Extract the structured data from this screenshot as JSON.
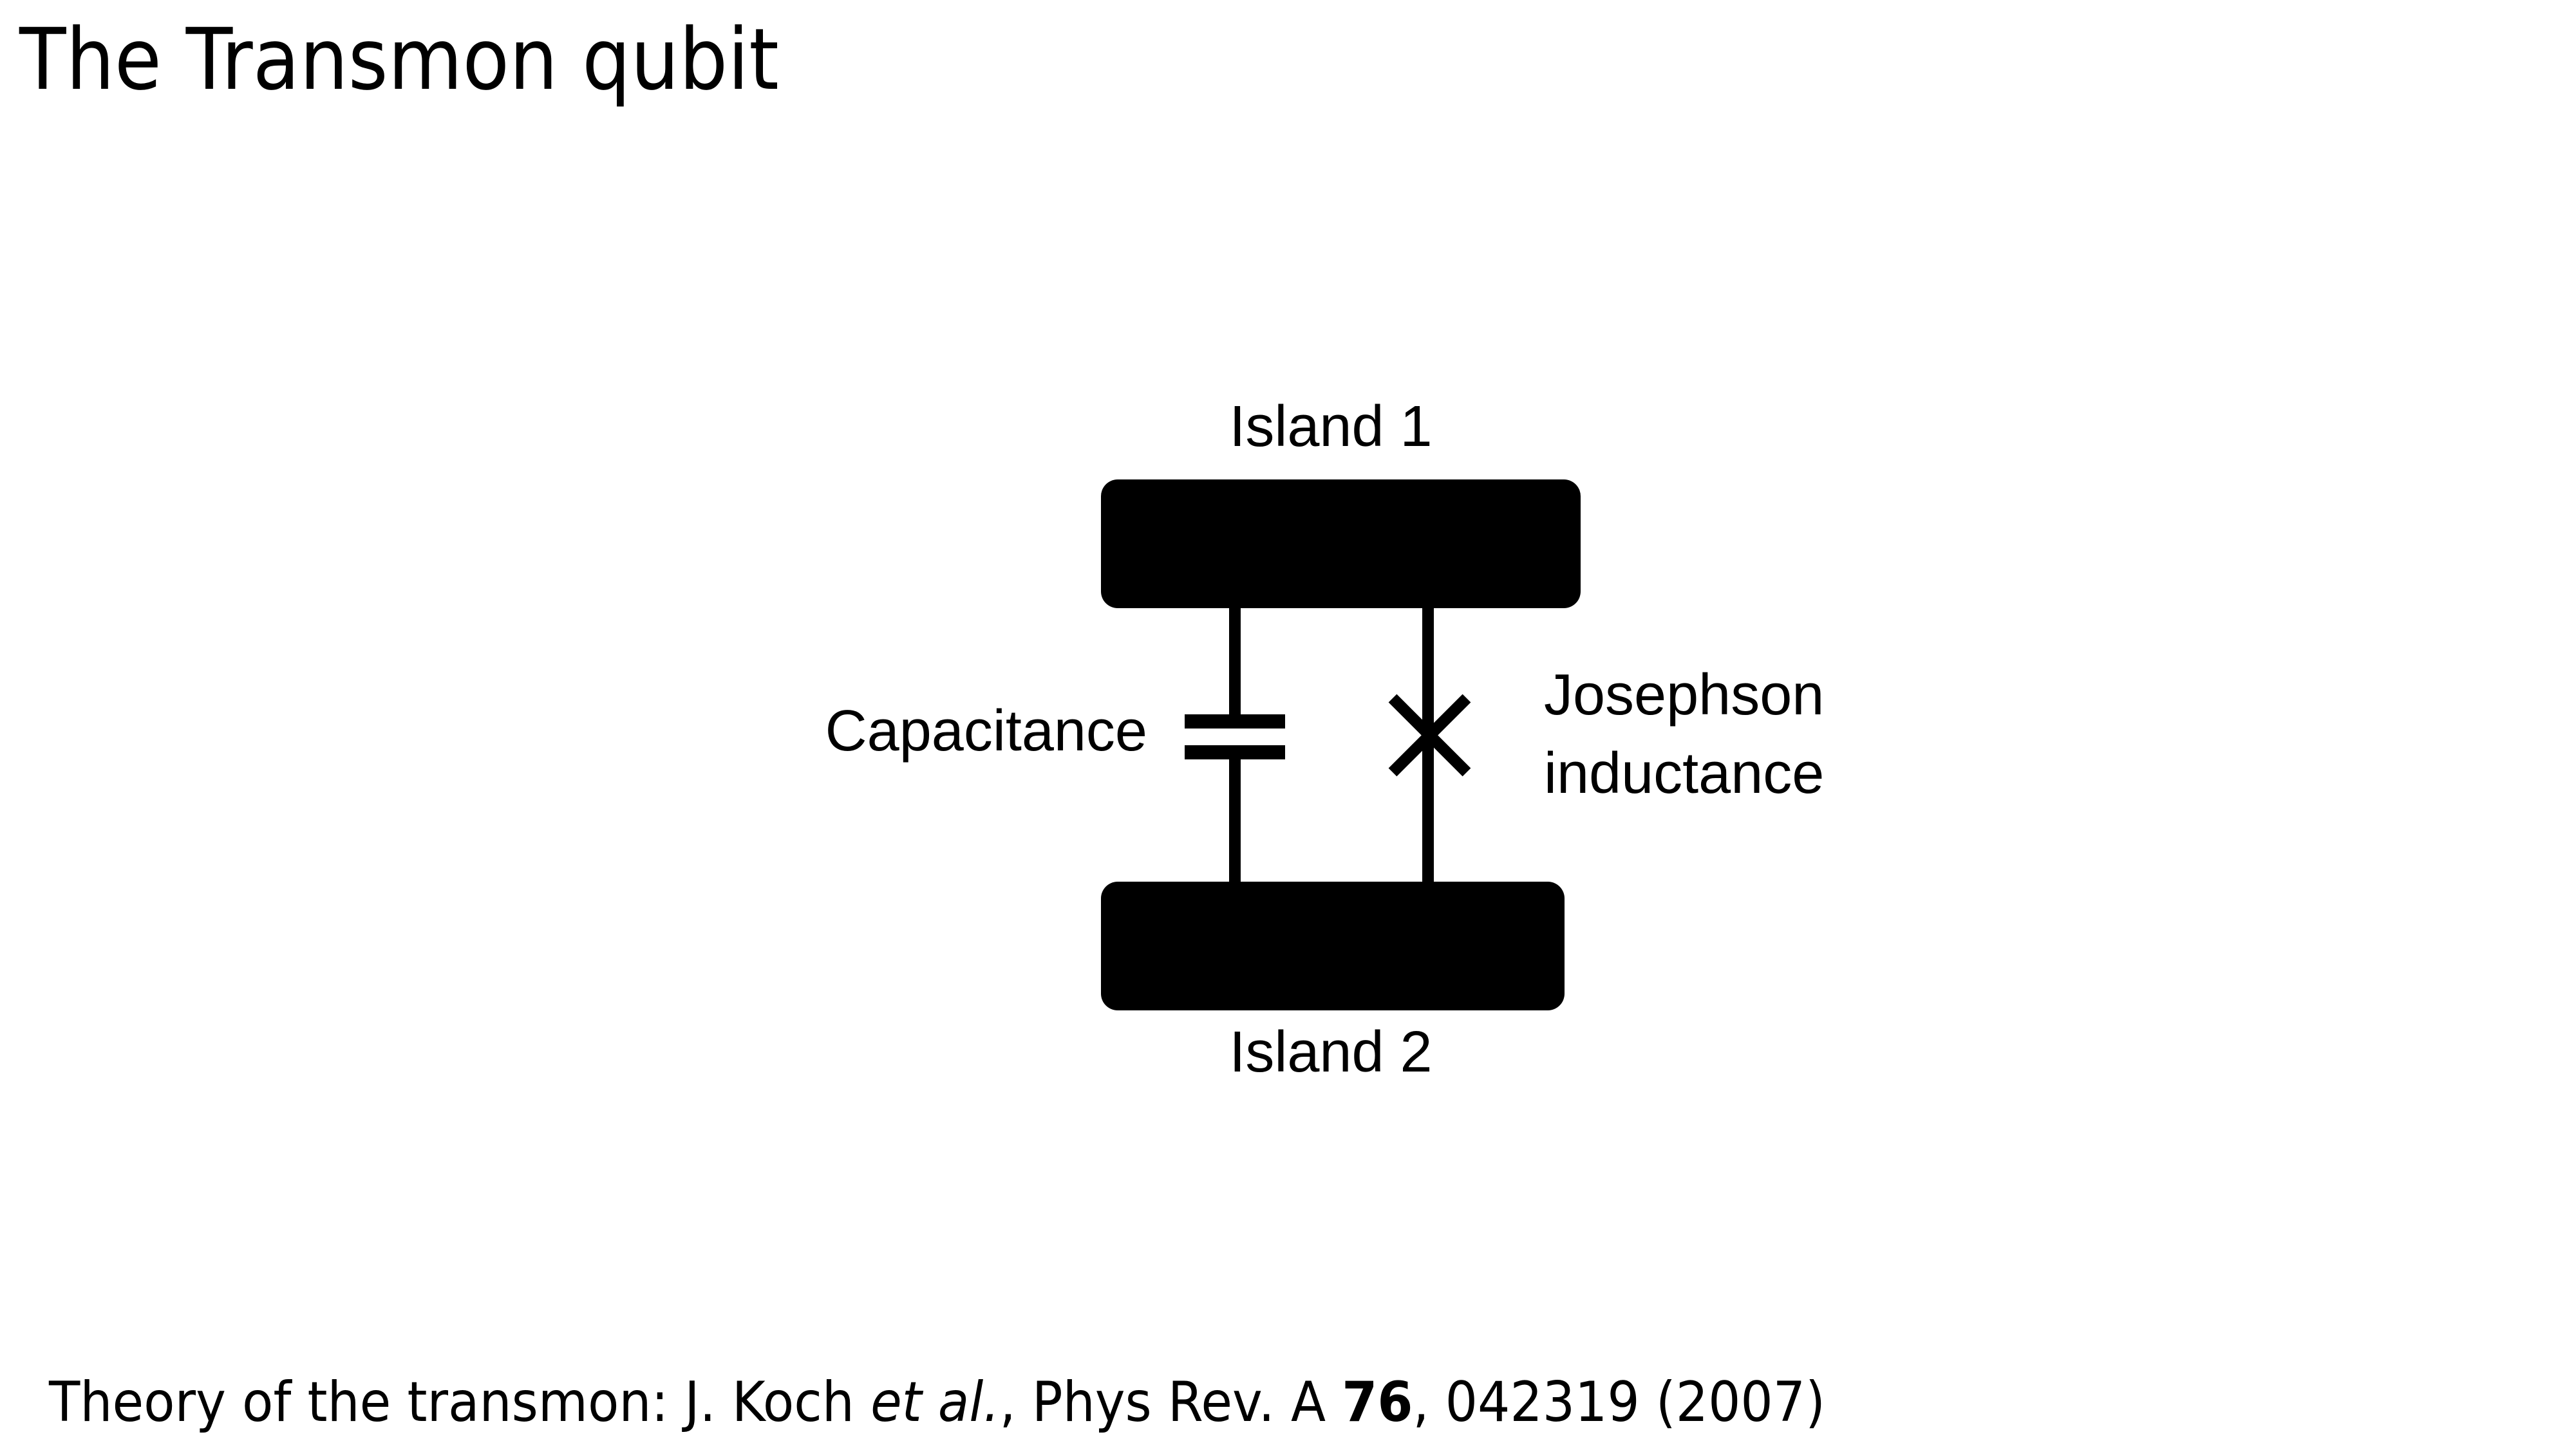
{
  "slide": {
    "title": "The Transmon qubit"
  },
  "diagram": {
    "island_top_label": "Island 1",
    "island_bottom_label": "Island 2",
    "capacitance_label": "Capacitance",
    "josephson_label_line1": "Josephson",
    "josephson_label_line2": "inductance"
  },
  "citation": {
    "prefix": "Theory of the transmon: J. Koch ",
    "et_al": "et al.",
    "journal": ", Phys Rev. A ",
    "volume": "76",
    "suffix": ", 042319 (2007)"
  },
  "colors": {
    "foreground": "#000000",
    "background": "#ffffff"
  }
}
